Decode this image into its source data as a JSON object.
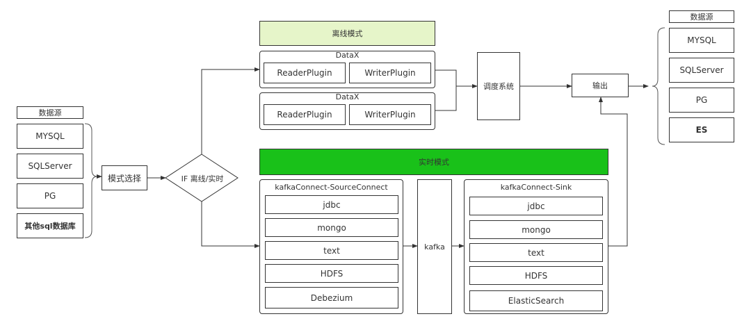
{
  "left_sources": {
    "header": "数据源",
    "items": [
      "MYSQL",
      "SQLServer",
      "PG",
      "其他sql数据库"
    ]
  },
  "mode_select": "模式选择",
  "decision": "IF 离线/实时",
  "offline": {
    "banner": "离线模式",
    "banner_color": "#e6f5c9",
    "datax_groups": [
      {
        "title": "DataX",
        "reader": "ReaderPlugin",
        "writer": "WriterPlugin"
      },
      {
        "title": "DataX",
        "reader": "ReaderPlugin",
        "writer": "WriterPlugin"
      }
    ]
  },
  "scheduler": "调度系统",
  "output": "输出",
  "right_sources": {
    "header": "数据源",
    "items": [
      "MYSQL",
      "SQLServer",
      "PG",
      "ES"
    ]
  },
  "realtime": {
    "banner": "实时模式",
    "banner_color": "#19c119",
    "source_connect": {
      "title": "kafkaConnect-SourceConnect",
      "items": [
        "jdbc",
        "mongo",
        "text",
        "HDFS",
        "Debezium"
      ]
    },
    "kafka": "kafka",
    "sink": {
      "title": "kafkaConnect-Sink",
      "items": [
        "jdbc",
        "mongo",
        "text",
        "HDFS",
        "ElasticSearch"
      ]
    }
  }
}
